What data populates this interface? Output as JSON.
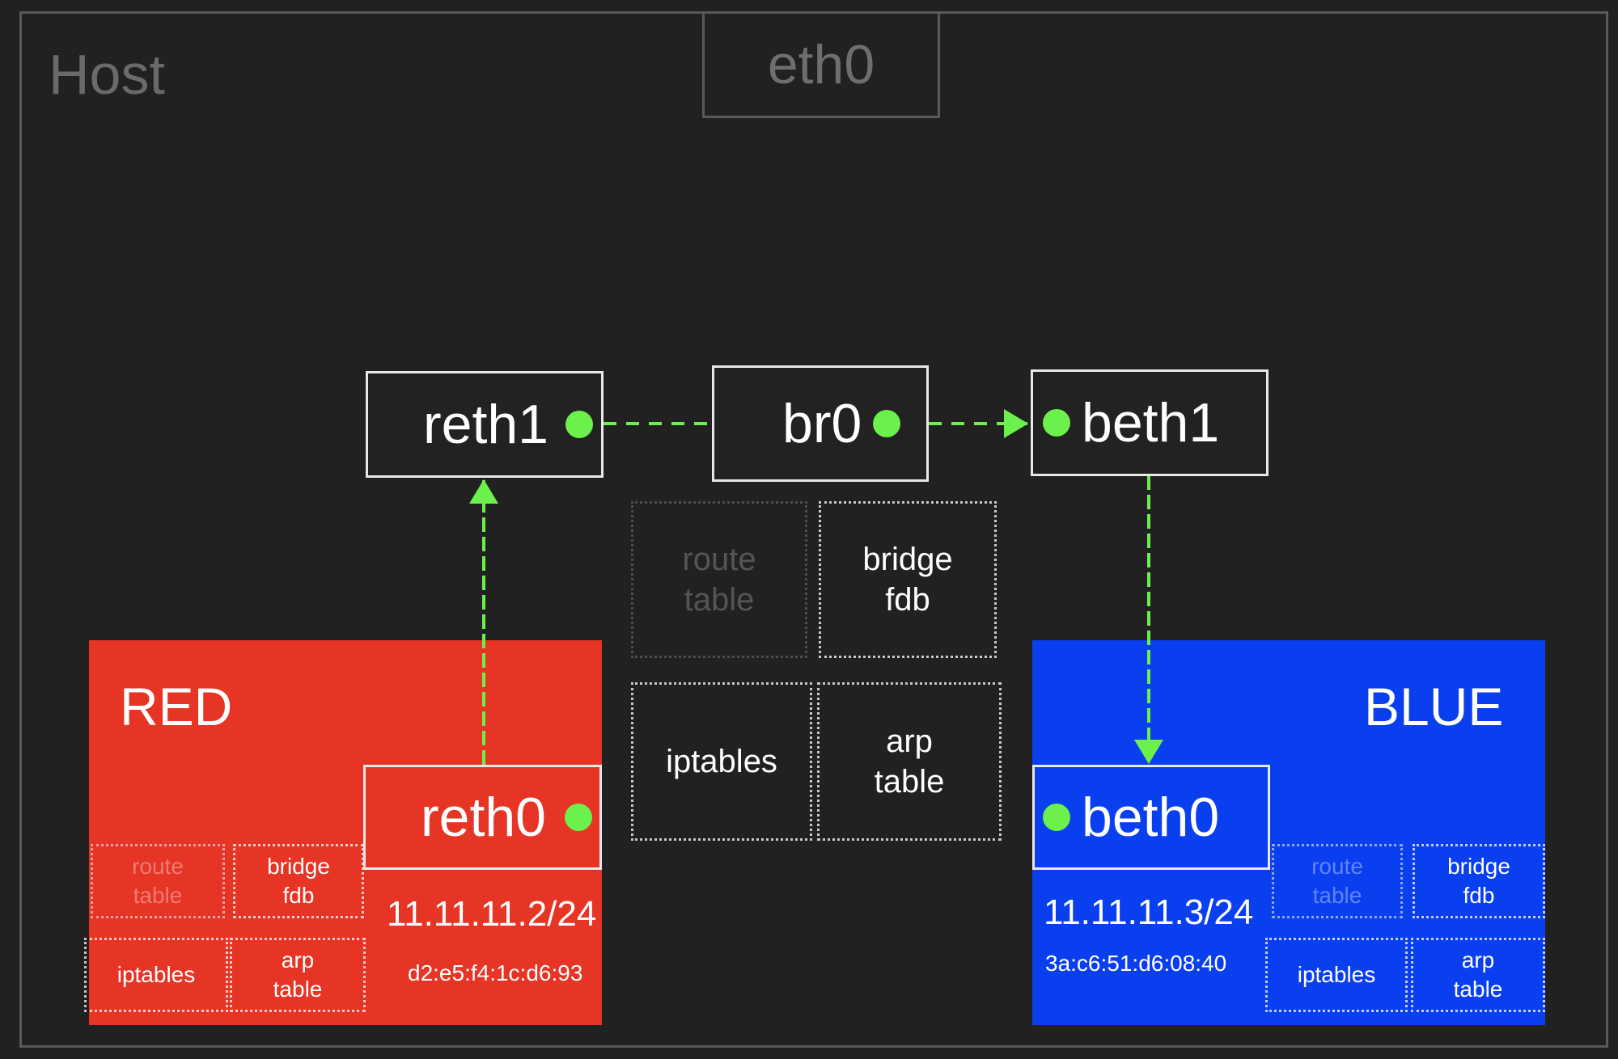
{
  "host": {
    "label": "Host",
    "uplink": "eth0"
  },
  "colors": {
    "background": "#212121",
    "red_ns": "#e63425",
    "blue_ns": "#0a3ff0",
    "link": "#6cf04c",
    "frame": "#5a5a5a"
  },
  "bridge": {
    "device": "br0",
    "veth_red_peer": "reth1",
    "veth_blue_peer": "beth1",
    "tables": {
      "route_table": "route\ntable",
      "bridge_fdb": "bridge\nfdb",
      "iptables": "iptables",
      "arp_table": "arp\ntable"
    }
  },
  "red": {
    "name": "RED",
    "iface": "reth0",
    "ip": "11.11.11.2/24",
    "mac": "d2:e5:f4:1c:d6:93",
    "tables": {
      "route_table": "route\ntable",
      "bridge_fdb": "bridge\nfdb",
      "iptables": "iptables",
      "arp_table": "arp\ntable"
    }
  },
  "blue": {
    "name": "BLUE",
    "iface": "beth0",
    "ip": "11.11.11.3/24",
    "mac": "3a:c6:51:d6:08:40",
    "tables": {
      "route_table": "route\ntable",
      "bridge_fdb": "bridge\nfdb",
      "iptables": "iptables",
      "arp_table": "arp\ntable"
    }
  }
}
